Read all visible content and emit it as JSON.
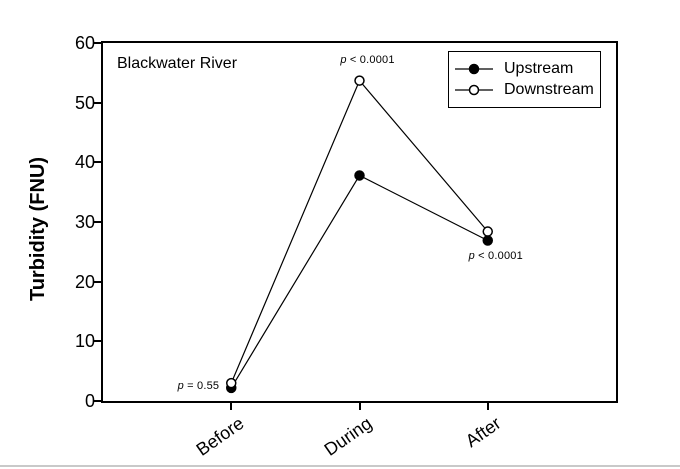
{
  "chart_data": {
    "type": "line",
    "title": "Blackwater River",
    "ylabel": "Turbidity (FNU)",
    "xlabel": "",
    "categories": [
      "Before",
      "During",
      "After"
    ],
    "series": [
      {
        "name": "Upstream",
        "marker": "filled-circle",
        "marker_fill": "#000000",
        "values": [
          2.2,
          37.8,
          26.9
        ]
      },
      {
        "name": "Downstream",
        "marker": "open-circle",
        "marker_fill": "#ffffff",
        "values": [
          3.0,
          53.7,
          28.4
        ]
      }
    ],
    "ylim": [
      0,
      60
    ],
    "yticks": [
      0,
      10,
      20,
      30,
      40,
      50,
      60
    ],
    "grid": false,
    "line_color": "#000000",
    "legend_position": "top-right-inside",
    "annotations": [
      {
        "symbol": "p",
        "text": " = 0.55",
        "category_index": 0,
        "placement": "left"
      },
      {
        "symbol": "p",
        "text": " < 0.0001",
        "category_index": 1,
        "placement": "above"
      },
      {
        "symbol": "p",
        "text": " < 0.0001",
        "category_index": 2,
        "placement": "below"
      }
    ]
  }
}
